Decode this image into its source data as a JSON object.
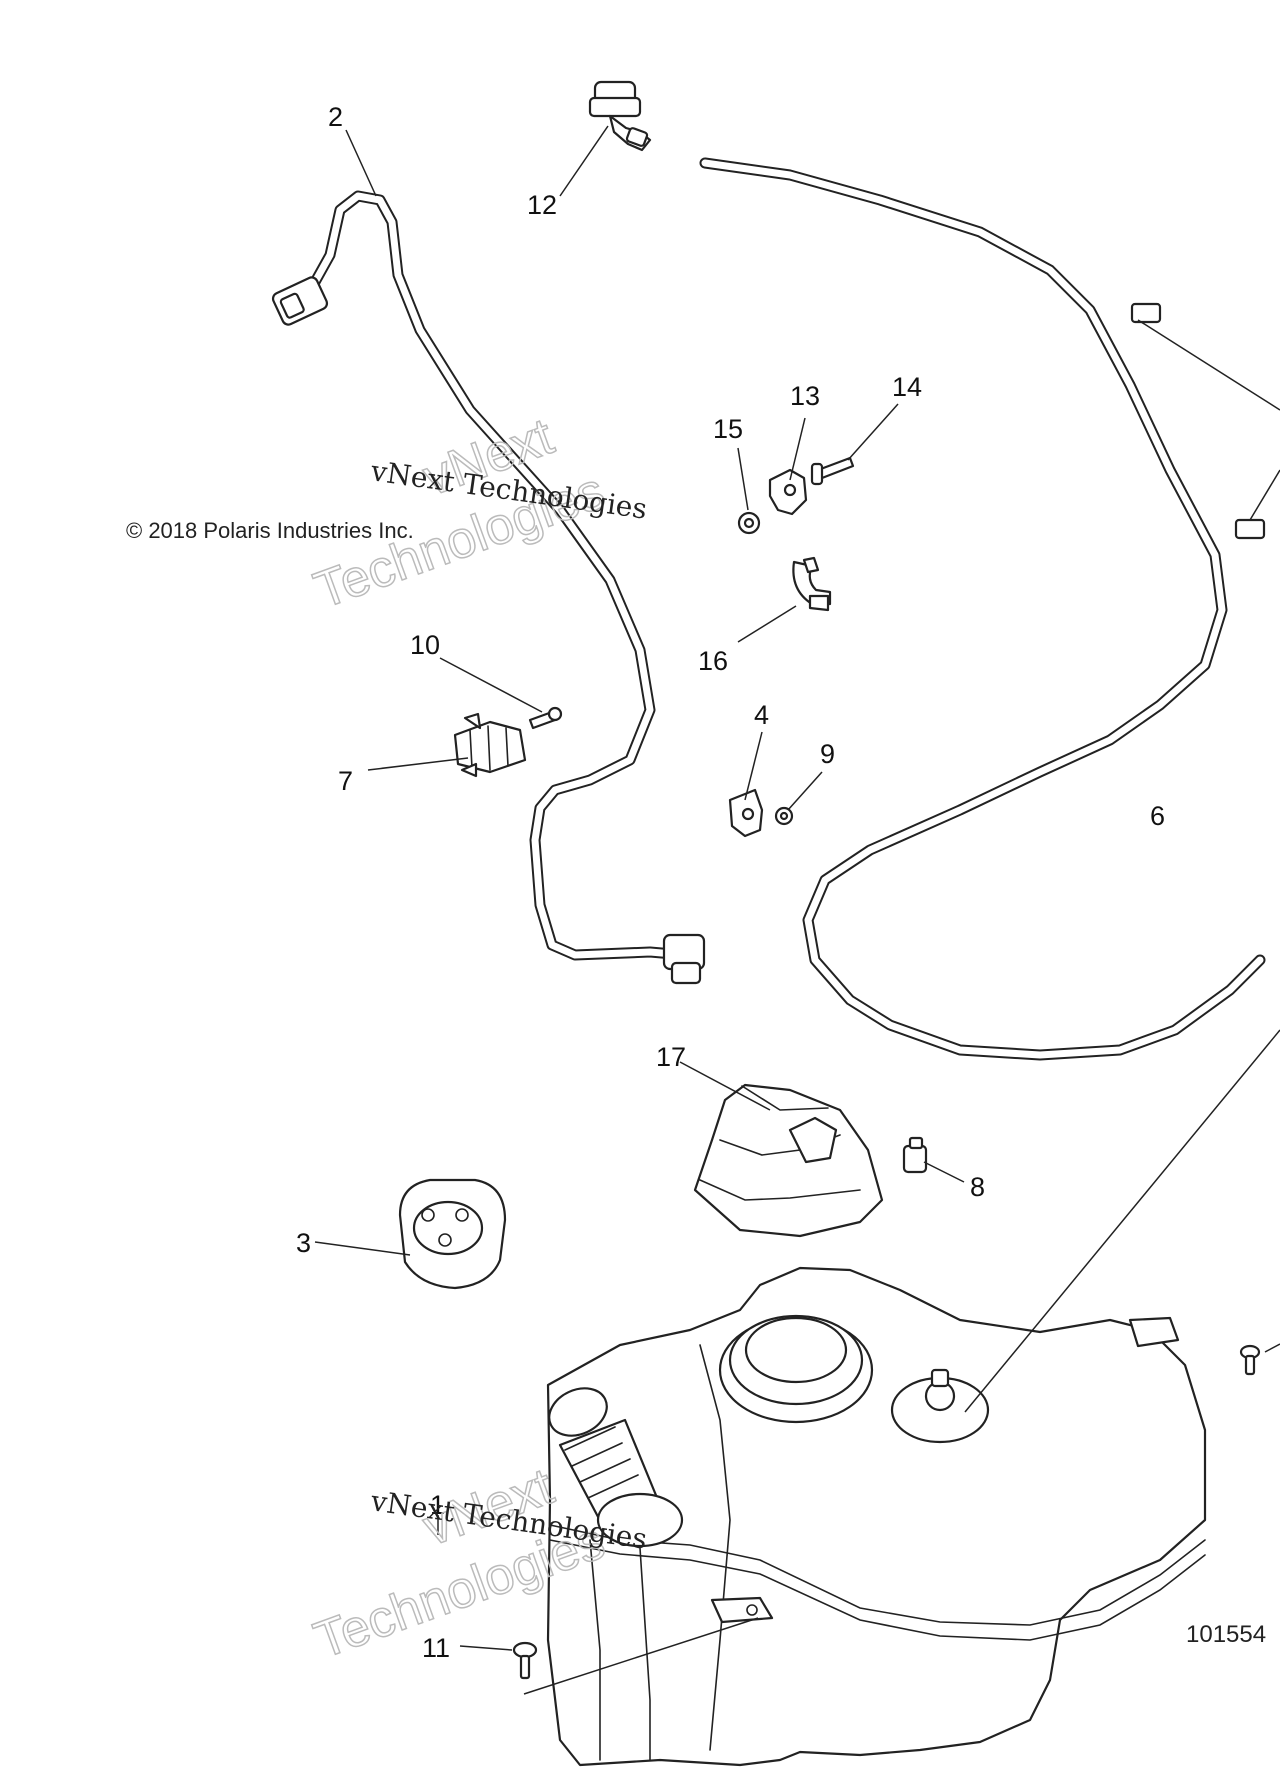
{
  "callouts": {
    "n1": "1",
    "n2": "2",
    "n3": "3",
    "n4": "4",
    "n6": "6",
    "n7": "7",
    "n8": "8",
    "n9": "9",
    "n10": "10",
    "n11": "11",
    "n12": "12",
    "n13": "13",
    "n14": "14",
    "n15": "15",
    "n16": "16",
    "n17": "17"
  },
  "copyright": "© 2018 Polaris Industries Inc.",
  "watermark": {
    "line": "vNext Technologies",
    "big_top": "vNext",
    "big_bottom": "Technologies"
  },
  "figure_number": "101554"
}
